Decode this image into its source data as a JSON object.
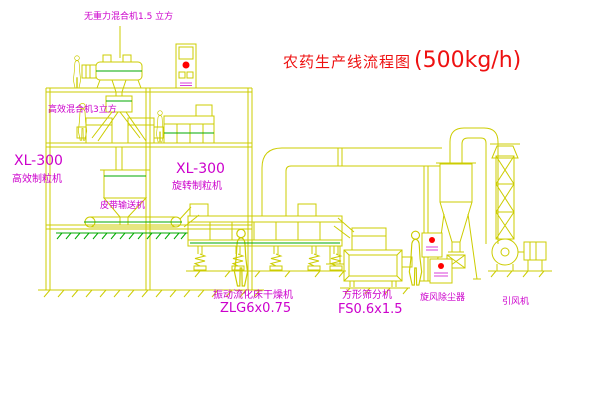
{
  "title": {
    "text": "农药生产线流程图",
    "capacity": "(500kg/h)"
  },
  "labels": {
    "top_mixer": "无重力混合机1.5 立方",
    "high_eff_mixer": "高效混合机3立方",
    "granulator_left_model": "XL-300",
    "granulator_left_name": "高效制粒机",
    "granulator_right_model": "XL-300",
    "granulator_right_name": "旋转制粒机",
    "belt_conveyor": "皮带输送机",
    "dryer_name": "振动流化床干燥机",
    "dryer_model": "ZLG6x0.75",
    "sieve_name": "方形筛分机",
    "sieve_model": "FS0.6x1.5",
    "cyclone": "旋风除尘器",
    "fan": "引风机"
  },
  "colors": {
    "line": "#cccc00",
    "accent_green": "#00aa00",
    "label_magenta": "#cc00cc",
    "title_red": "#ee1111",
    "indicator_red": "#ff0000",
    "background": "#ffffff"
  }
}
